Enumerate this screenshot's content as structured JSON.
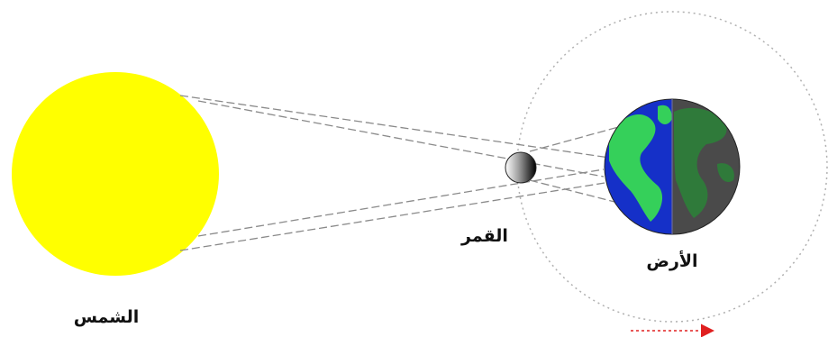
{
  "labels": {
    "sun": "الشمس",
    "moon": "القمر",
    "earth": "الأرض"
  },
  "colors": {
    "sun": "#ffff00",
    "ocean": "#1530c8",
    "land": "#35d05a",
    "night_side": "#4a4a4a",
    "night_land": "#2f7a3a",
    "arrow": "#e02020"
  }
}
